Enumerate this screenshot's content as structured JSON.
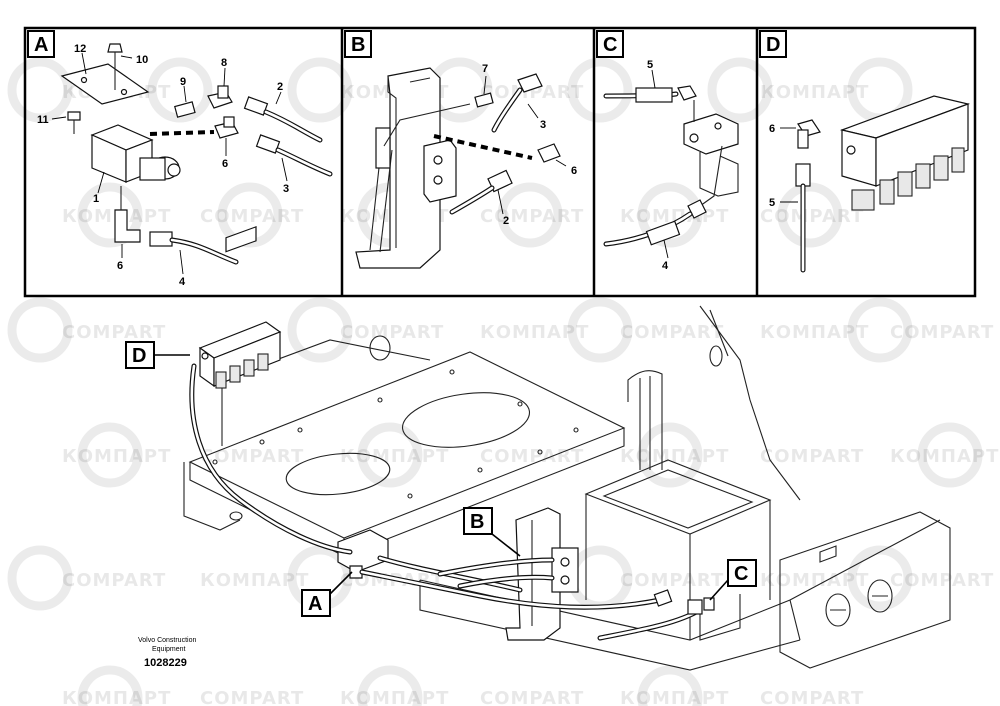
{
  "watermarks": {
    "latin": "COMPART",
    "cyrillic": "КОМПАРТ"
  },
  "panels": [
    {
      "label": "A",
      "callouts": [
        "12",
        "10",
        "9",
        "8",
        "2",
        "11",
        "1",
        "6",
        "3",
        "6",
        "4"
      ]
    },
    {
      "label": "B",
      "callouts": [
        "7",
        "3",
        "6",
        "2"
      ]
    },
    {
      "label": "C",
      "callouts": [
        "5",
        "4"
      ]
    },
    {
      "label": "D",
      "callouts": [
        "6",
        "5"
      ]
    }
  ],
  "main_view": {
    "section_markers": [
      "D",
      "B",
      "A",
      "C"
    ]
  },
  "footer": {
    "brand_line1": "Volvo Construction",
    "brand_line2": "Equipment",
    "doc_number": "1028229"
  },
  "colors": {
    "line": "#111111",
    "background": "#ffffff",
    "watermark": "#000000"
  }
}
